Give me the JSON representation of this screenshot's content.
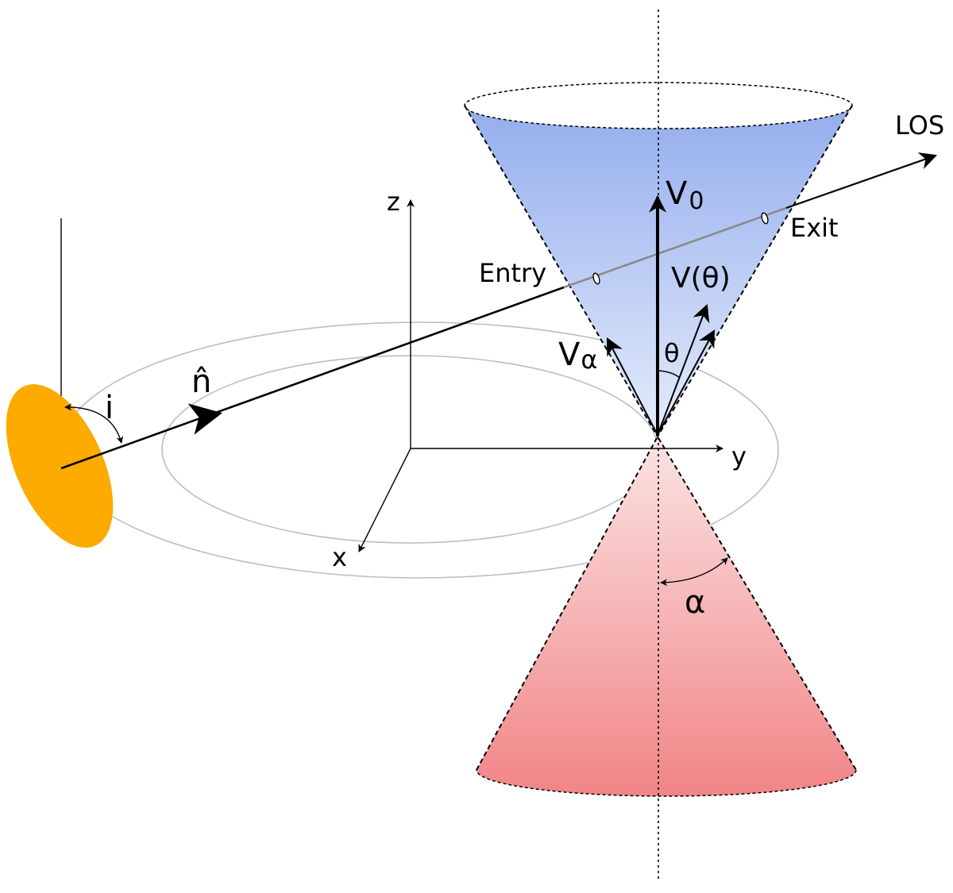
{
  "labels": {
    "los": "LOS",
    "exit": "Exit",
    "entry": "Entry",
    "v0_main": "V",
    "v0_sub": "0",
    "v_theta": "V(θ)",
    "v_alpha_main": "V",
    "v_alpha_sub": "α",
    "theta": "θ",
    "alpha": "α",
    "n_hat": "n̂",
    "inclination": "i",
    "axis_z": "z",
    "axis_y": "y",
    "axis_x": "x"
  },
  "colors": {
    "upper_cone_top": "#94aded",
    "upper_cone_bottom": "#e4ecfb",
    "lower_cone_top": "#fbe4e4",
    "lower_cone_bottom": "#f18486",
    "disk": "#fdab00",
    "ring": "#bdbdbd",
    "line": "#000000",
    "los_inside": "#8a8a8a"
  }
}
